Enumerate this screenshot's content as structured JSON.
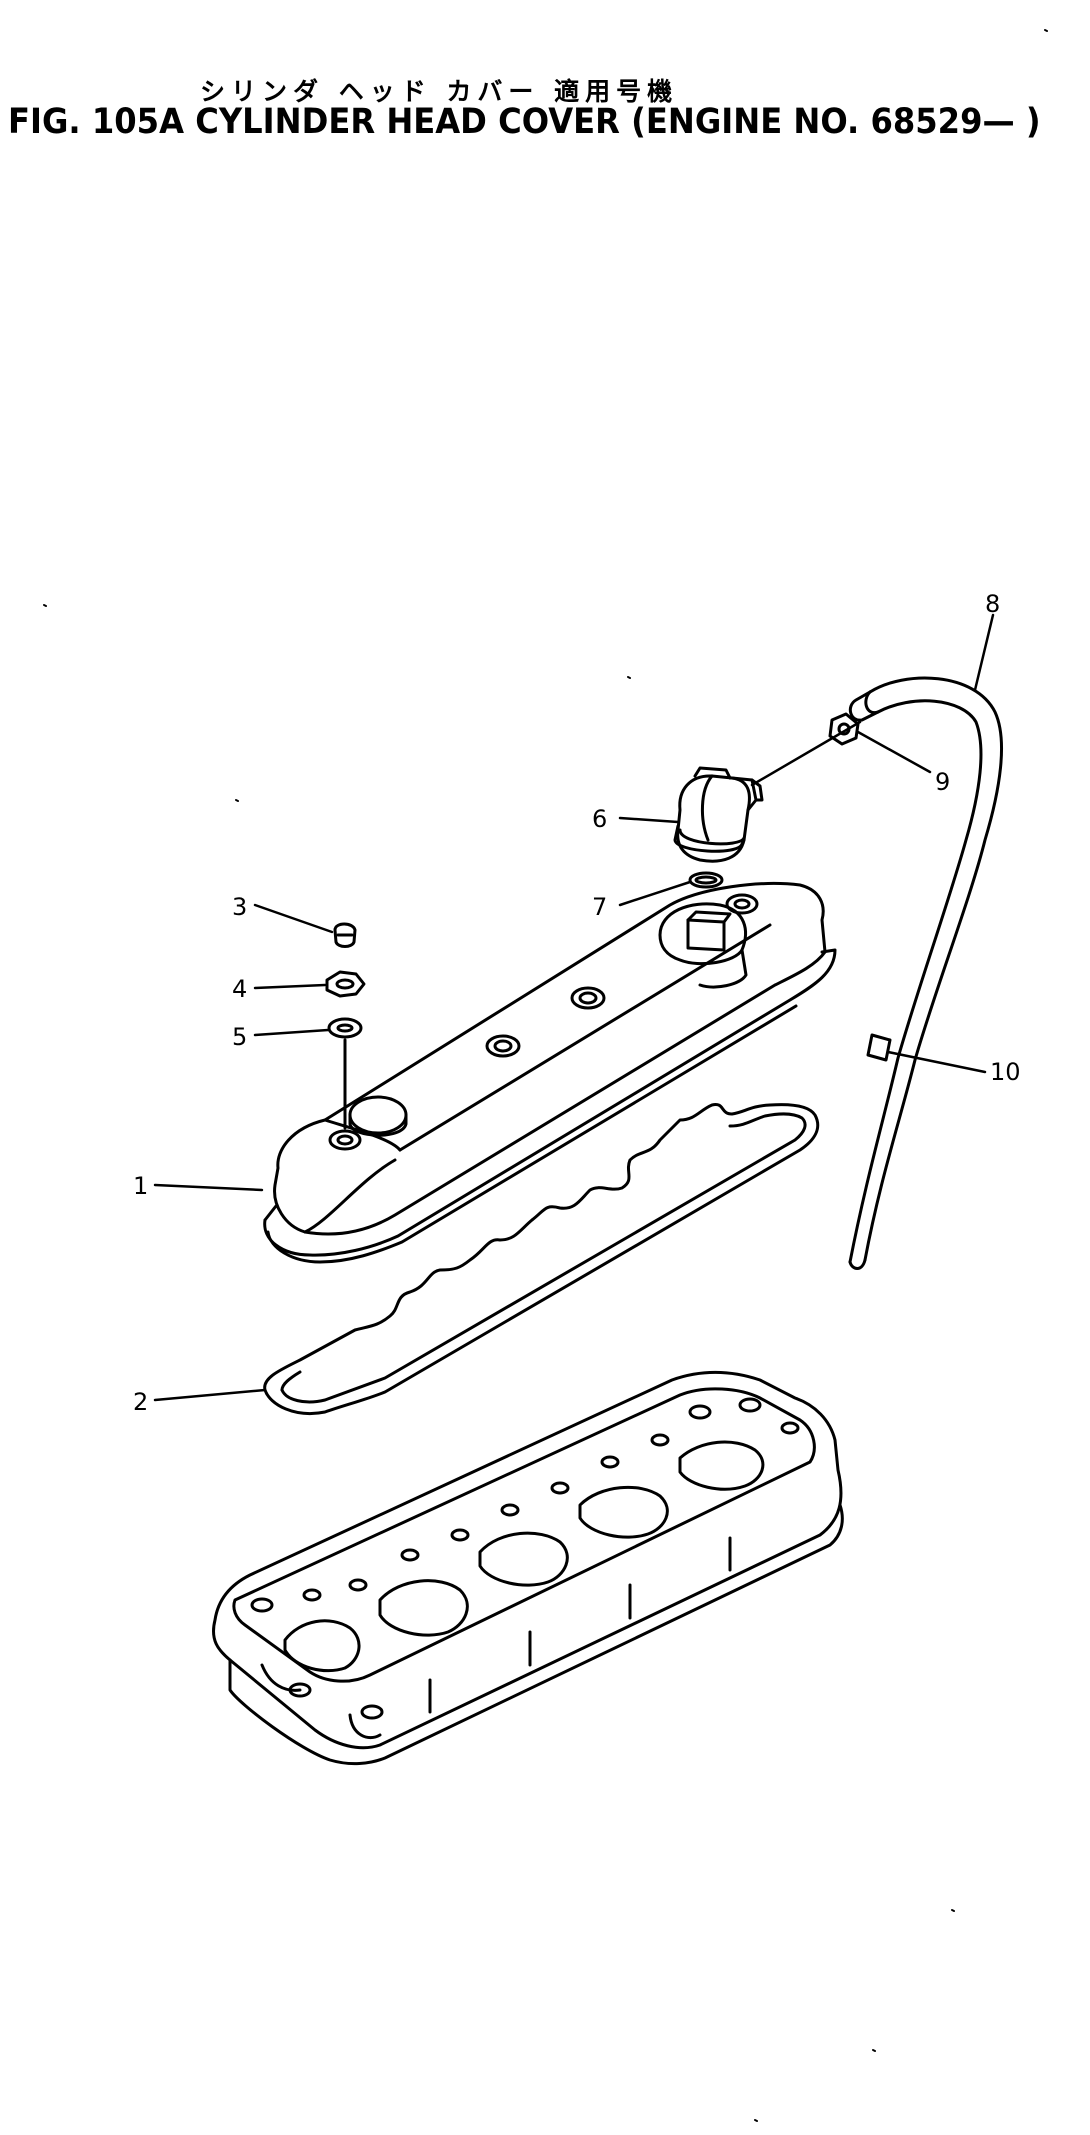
{
  "title": {
    "japanese": "シリンダ ヘッド カバー 適用号機",
    "english": "FIG. 105A CYLINDER HEAD COVER (ENGINE NO. 68529— )"
  },
  "callouts": [
    {
      "id": "callout-1",
      "label": "1"
    },
    {
      "id": "callout-2",
      "label": "2"
    },
    {
      "id": "callout-3",
      "label": "3"
    },
    {
      "id": "callout-4",
      "label": "4"
    },
    {
      "id": "callout-5",
      "label": "5"
    },
    {
      "id": "callout-6",
      "label": "6"
    },
    {
      "id": "callout-7",
      "label": "7"
    },
    {
      "id": "callout-8",
      "label": "8"
    },
    {
      "id": "callout-9",
      "label": "9"
    },
    {
      "id": "callout-10",
      "label": "10"
    }
  ],
  "colors": {
    "line": "#000000",
    "background": "#ffffff"
  }
}
